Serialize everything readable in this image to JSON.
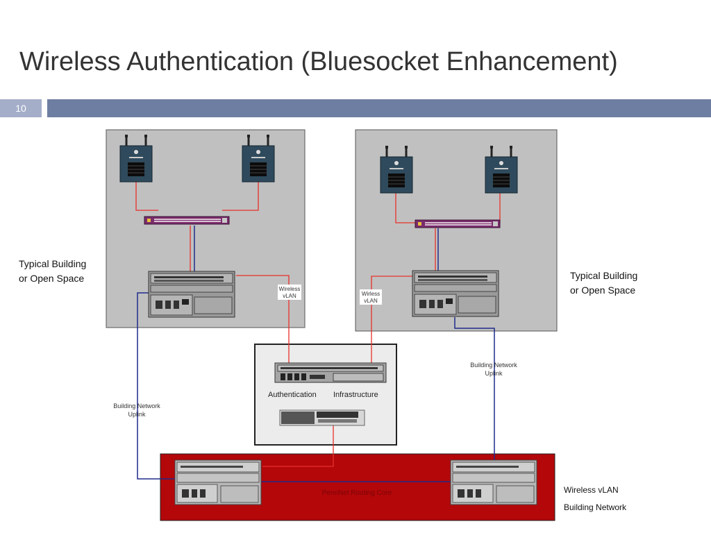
{
  "slide": {
    "title": "Wireless Authentication (Bluesocket Enhancement)",
    "page_number": "10"
  },
  "diagram": {
    "left_building": {
      "label_line1": "Typical Building",
      "label_line2": "or Open Space",
      "vlan_line1": "Wireless",
      "vlan_line2": "vLAN"
    },
    "right_building": {
      "label_line1": "Typical Building",
      "label_line2": "or Open Space",
      "vlan_line1": "Wirless",
      "vlan_line2": "vLAN"
    },
    "uplink_left": {
      "line1": "Building Network",
      "line2": "Uplink"
    },
    "uplink_right": {
      "line1": "Building Network",
      "line2": "Uplink"
    },
    "auth_box": {
      "left_label": "Authentication",
      "right_label": "Infrastructure"
    },
    "core": {
      "label": "PennNet Routing Core"
    },
    "legend": {
      "wireless": "Wireless vLAN",
      "building": "Building Network"
    },
    "colors": {
      "wireless_line": "#e8302a",
      "building_line": "#1f2a8a",
      "core_fill": "#b3070a"
    }
  }
}
